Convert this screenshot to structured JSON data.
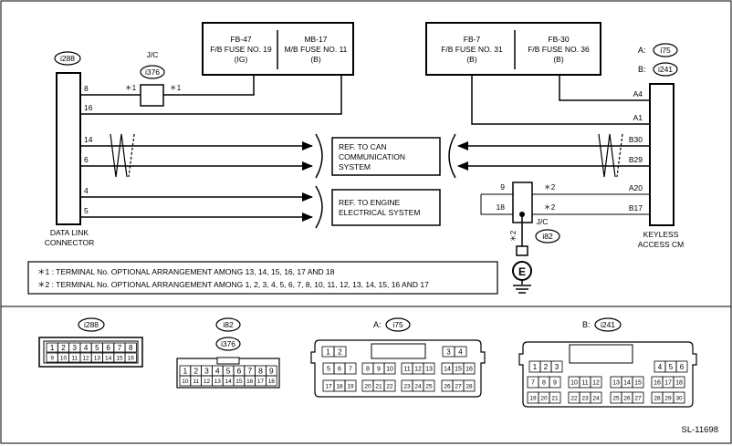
{
  "diagram": {
    "fuses": [
      {
        "id": "fuse-fb47",
        "line1": "FB-47",
        "line2": "F/B FUSE NO. 19",
        "line3": "(IG)"
      },
      {
        "id": "fuse-mb17",
        "line1": "MB-17",
        "line2": "M/B FUSE NO. 11",
        "line3": "(B)"
      },
      {
        "id": "fuse-fb7",
        "line1": "FB-7",
        "line2": "F/B FUSE NO. 31",
        "line3": "(B)"
      },
      {
        "id": "fuse-fb30",
        "line1": "FB-30",
        "line2": "F/B FUSE NO. 36",
        "line3": "(B)"
      }
    ],
    "keyless_refs": {
      "a_label": "A:",
      "a_conn": "i75",
      "b_label": "B:",
      "b_conn": "i241"
    },
    "data_link": {
      "conn": "i288",
      "label1": "DATA LINK",
      "label2": "CONNECTOR"
    },
    "jc_top": {
      "label": "J/C",
      "conn": "i376"
    },
    "jc_bottom": {
      "label": "J/C",
      "conn": "i82"
    },
    "keyless_cm": {
      "label1": "KEYLESS",
      "label2": "ACCESS CM"
    },
    "left_pins": [
      "8",
      "16",
      "14",
      "6",
      "4",
      "5"
    ],
    "right_pins": [
      "A4",
      "A1",
      "B30",
      "B29",
      "A20",
      "B17"
    ],
    "jc_bottom_pins": [
      "9",
      "18"
    ],
    "star1": "＊1",
    "star2": "＊2",
    "ref_can": {
      "line1": "REF. TO CAN",
      "line2": "COMMUNICATION",
      "line3": "SYSTEM"
    },
    "ref_engine": {
      "line1": "REF. TO ENGINE",
      "line2": "ELECTRICAL SYSTEM"
    },
    "ground": "E",
    "notes": [
      "＊1 : TERMINAL No. OPTIONAL ARRANGEMENT AMONG 13, 14, 15, 16, 17 AND 18",
      "＊2 : TERMINAL No. OPTIONAL ARRANGEMENT AMONG 1, 2, 3, 4, 5, 6, 7, 8, 10, 11, 12, 13, 14, 15, 16 AND 17"
    ]
  },
  "connectors": {
    "c288": {
      "name": "i288",
      "row1": [
        "1",
        "2",
        "3",
        "4",
        "5",
        "6",
        "7",
        "8"
      ],
      "row2": [
        "9",
        "10",
        "11",
        "12",
        "13",
        "14",
        "15",
        "16"
      ]
    },
    "c82": {
      "name1": "i82",
      "name2": "i376",
      "row1": [
        "1",
        "2",
        "3",
        "4",
        "5",
        "6",
        "7",
        "8",
        "9"
      ],
      "row2": [
        "10",
        "11",
        "12",
        "13",
        "14",
        "15",
        "16",
        "17",
        "18"
      ]
    },
    "c75": {
      "prefix": "A:",
      "name": "i75",
      "r1a": [
        "1",
        "2"
      ],
      "r1b": [
        "3",
        "4"
      ],
      "r2a": [
        "5",
        "6",
        "7"
      ],
      "r2b": [
        "8",
        "9",
        "10"
      ],
      "r2c": [
        "11",
        "12",
        "13"
      ],
      "r2d": [
        "14",
        "15",
        "16"
      ],
      "r3a": [
        "17",
        "18",
        "19"
      ],
      "r3b": [
        "20",
        "21",
        "22"
      ],
      "r3c": [
        "23",
        "24",
        "25"
      ],
      "r3d": [
        "26",
        "27",
        "28"
      ]
    },
    "c241": {
      "prefix": "B:",
      "name": "i241",
      "r1a": [
        "1",
        "2",
        "3"
      ],
      "r1b": [
        "4",
        "5",
        "6"
      ],
      "r2a": [
        "7",
        "8",
        "9"
      ],
      "r2b": [
        "10",
        "11",
        "12"
      ],
      "r2c": [
        "13",
        "14",
        "15"
      ],
      "r2d": [
        "16",
        "17",
        "18"
      ],
      "r3a": [
        "19",
        "20",
        "21"
      ],
      "r3b": [
        "22",
        "23",
        "24"
      ],
      "r3c": [
        "25",
        "26",
        "27"
      ],
      "r3d": [
        "28",
        "29",
        "30"
      ]
    }
  },
  "sheet_id": "SL-11698"
}
